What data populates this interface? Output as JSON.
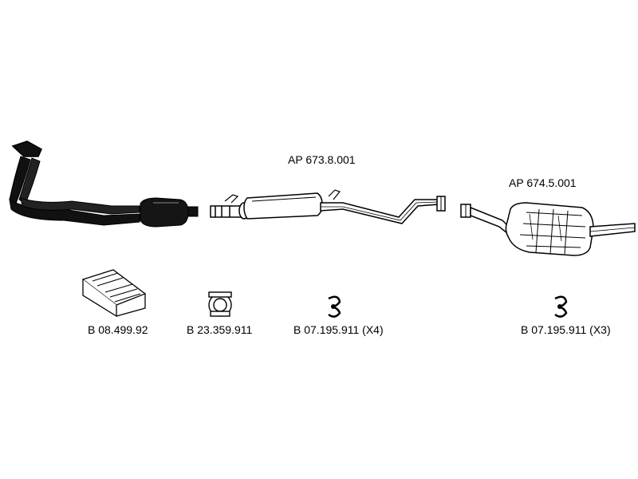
{
  "part_labels": {
    "front_pipe_section": "AP 673.8.001",
    "rear_silencer_section": "AP 674.5.001"
  },
  "accessory_labels": {
    "mounting_kit": "B 08.499.92",
    "clamp": "B 23.359.911",
    "rubber_hanger_front": "B 07.195.911",
    "rubber_hanger_front_qty": "(X4)",
    "rubber_hanger_rear": "B 07.195.911",
    "rubber_hanger_rear_qty": "(X3)"
  },
  "colors": {
    "line": "#000000",
    "background": "#ffffff"
  }
}
